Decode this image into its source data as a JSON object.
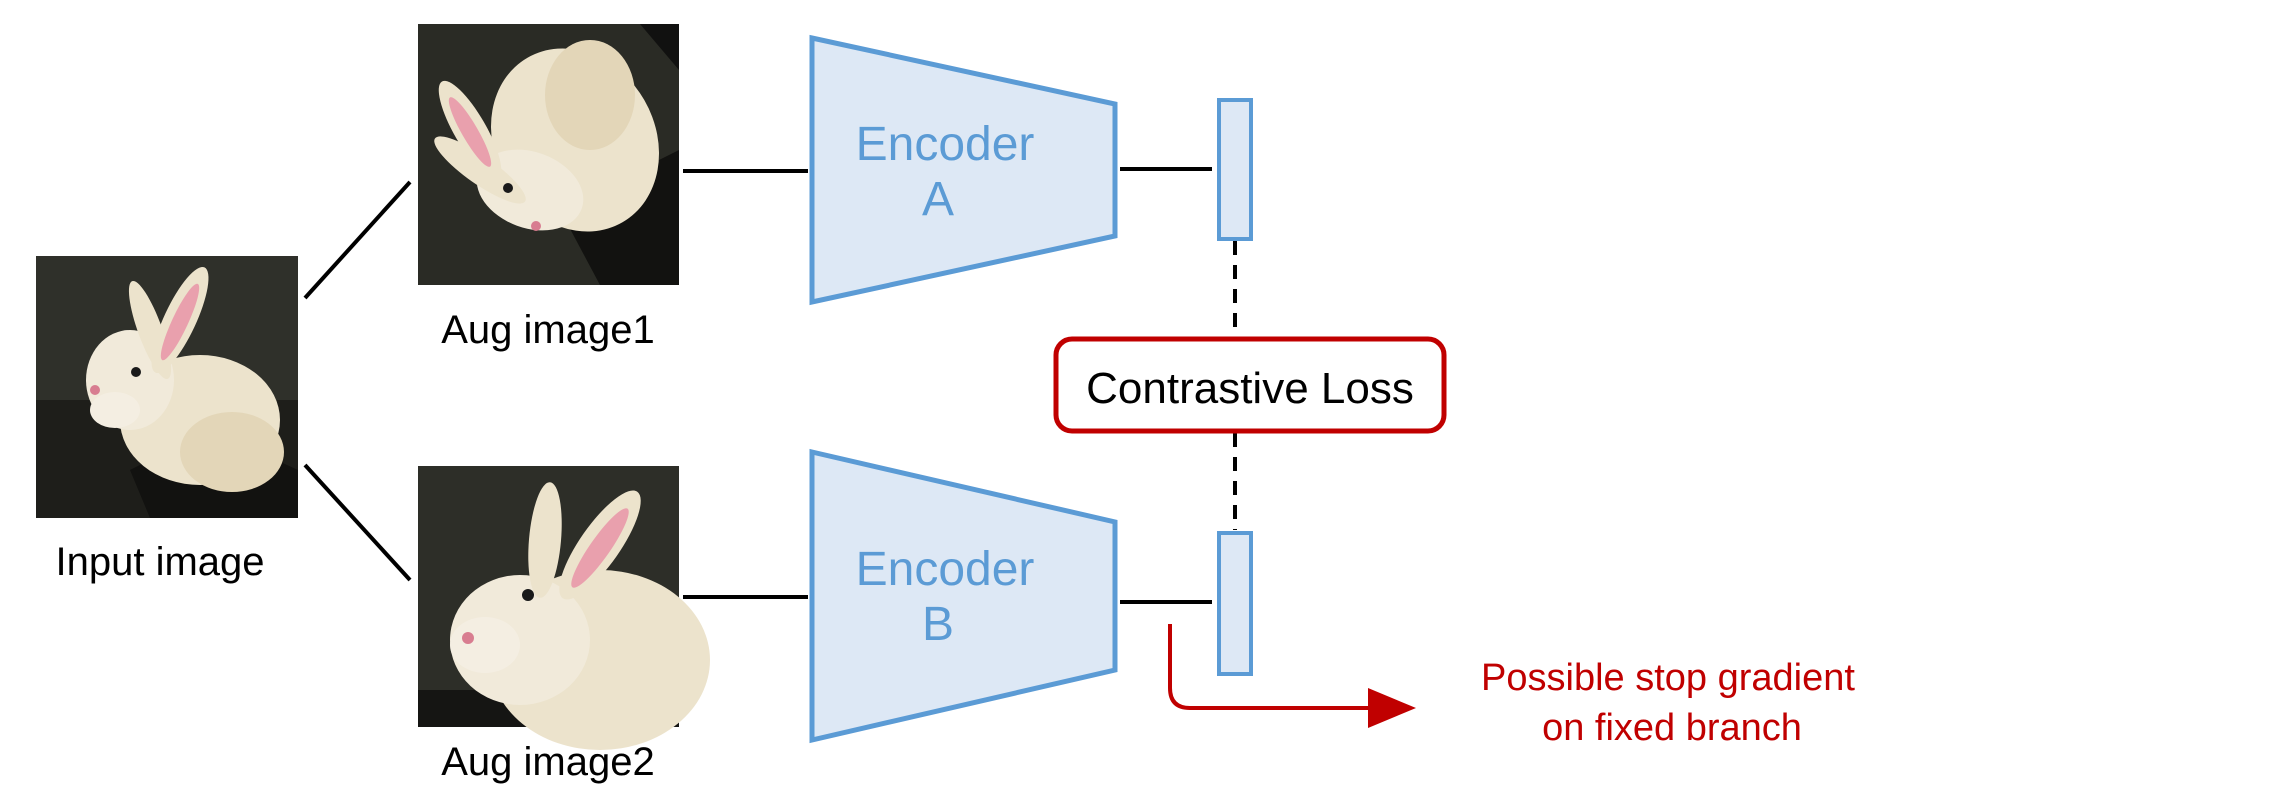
{
  "images": {
    "input": {
      "label": "Input image",
      "subject": "white chocolate bunny",
      "background": "#2f2f2a"
    },
    "aug1": {
      "label": "Aug image1",
      "subject": "white chocolate bunny (rotated crop)",
      "background": "#2f2f2a"
    },
    "aug2": {
      "label": "Aug image2",
      "subject": "white chocolate bunny (zoomed crop)",
      "background": "#2f2f2a"
    }
  },
  "encoders": {
    "a": {
      "line1": "Encoder",
      "line2": "A"
    },
    "b": {
      "line1": "Encoder",
      "line2": "B"
    }
  },
  "loss": {
    "label": "Contrastive Loss"
  },
  "note": {
    "line1": "Possible stop gradient",
    "line2": "on fixed branch"
  },
  "colors": {
    "encoder_fill": "#dde8f5",
    "encoder_stroke": "#5b9bd5",
    "encoder_text": "#5b9bd5",
    "loss_border": "#c00000",
    "note_text": "#c00000",
    "arrow": "#c00000",
    "lines": "#000000"
  }
}
